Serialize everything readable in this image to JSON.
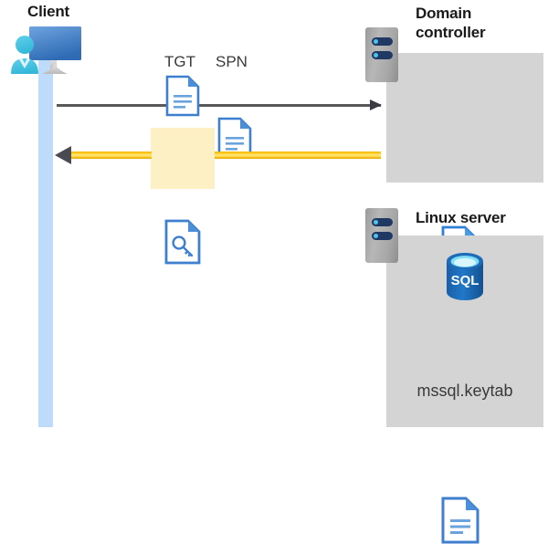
{
  "diagram": {
    "type": "kerberos-authentication-flow",
    "background": "#ffffff",
    "colors": {
      "panel_gray": "#d4d4d4",
      "lifeline_blue": "#bfdbfb",
      "highlight_yellow": "#fdf0c4",
      "arrow_yellow": "#ffd233",
      "arrow_gray": "#585858",
      "doc_blue": "#3f7fd0",
      "sql_blue": "#1f6bb8",
      "cert_gold": "#ffd500",
      "cert_red": "#c8102e",
      "server_navy": "#1f3864",
      "server_cyan": "#4fc3e8"
    }
  },
  "client": {
    "title": "Client",
    "icon": "user-monitor-icon",
    "lifeline": "client-lifeline"
  },
  "domain_controller": {
    "title": "Domain controller",
    "title_line1": "Domain",
    "title_line2": "controller",
    "server_icon": "server-rack-icon",
    "contents": [
      {
        "icon": "certificate-document-icon",
        "label": ""
      }
    ]
  },
  "linux_server": {
    "title": "Linux server",
    "server_icon": "server-rack-icon",
    "contents": [
      {
        "icon": "sql-database-icon",
        "label": "SQL"
      },
      {
        "icon": "text-document-icon",
        "label": "mssql.keytab"
      }
    ]
  },
  "messages": [
    {
      "id": "request",
      "direction": "client-to-dc",
      "style": "thin-gray-arrow",
      "artifacts": [
        {
          "label": "TGT",
          "icon": "text-document-icon"
        },
        {
          "label": "SPN",
          "icon": "text-document-icon"
        }
      ]
    },
    {
      "id": "response",
      "direction": "dc-to-client",
      "style": "thick-yellow-arrow",
      "highlighted": true,
      "artifacts": [
        {
          "label": "",
          "icon": "key-document-icon"
        }
      ]
    }
  ],
  "labels": {
    "tgt": "TGT",
    "spn": "SPN",
    "sql": "SQL",
    "keytab": "mssql.keytab"
  }
}
